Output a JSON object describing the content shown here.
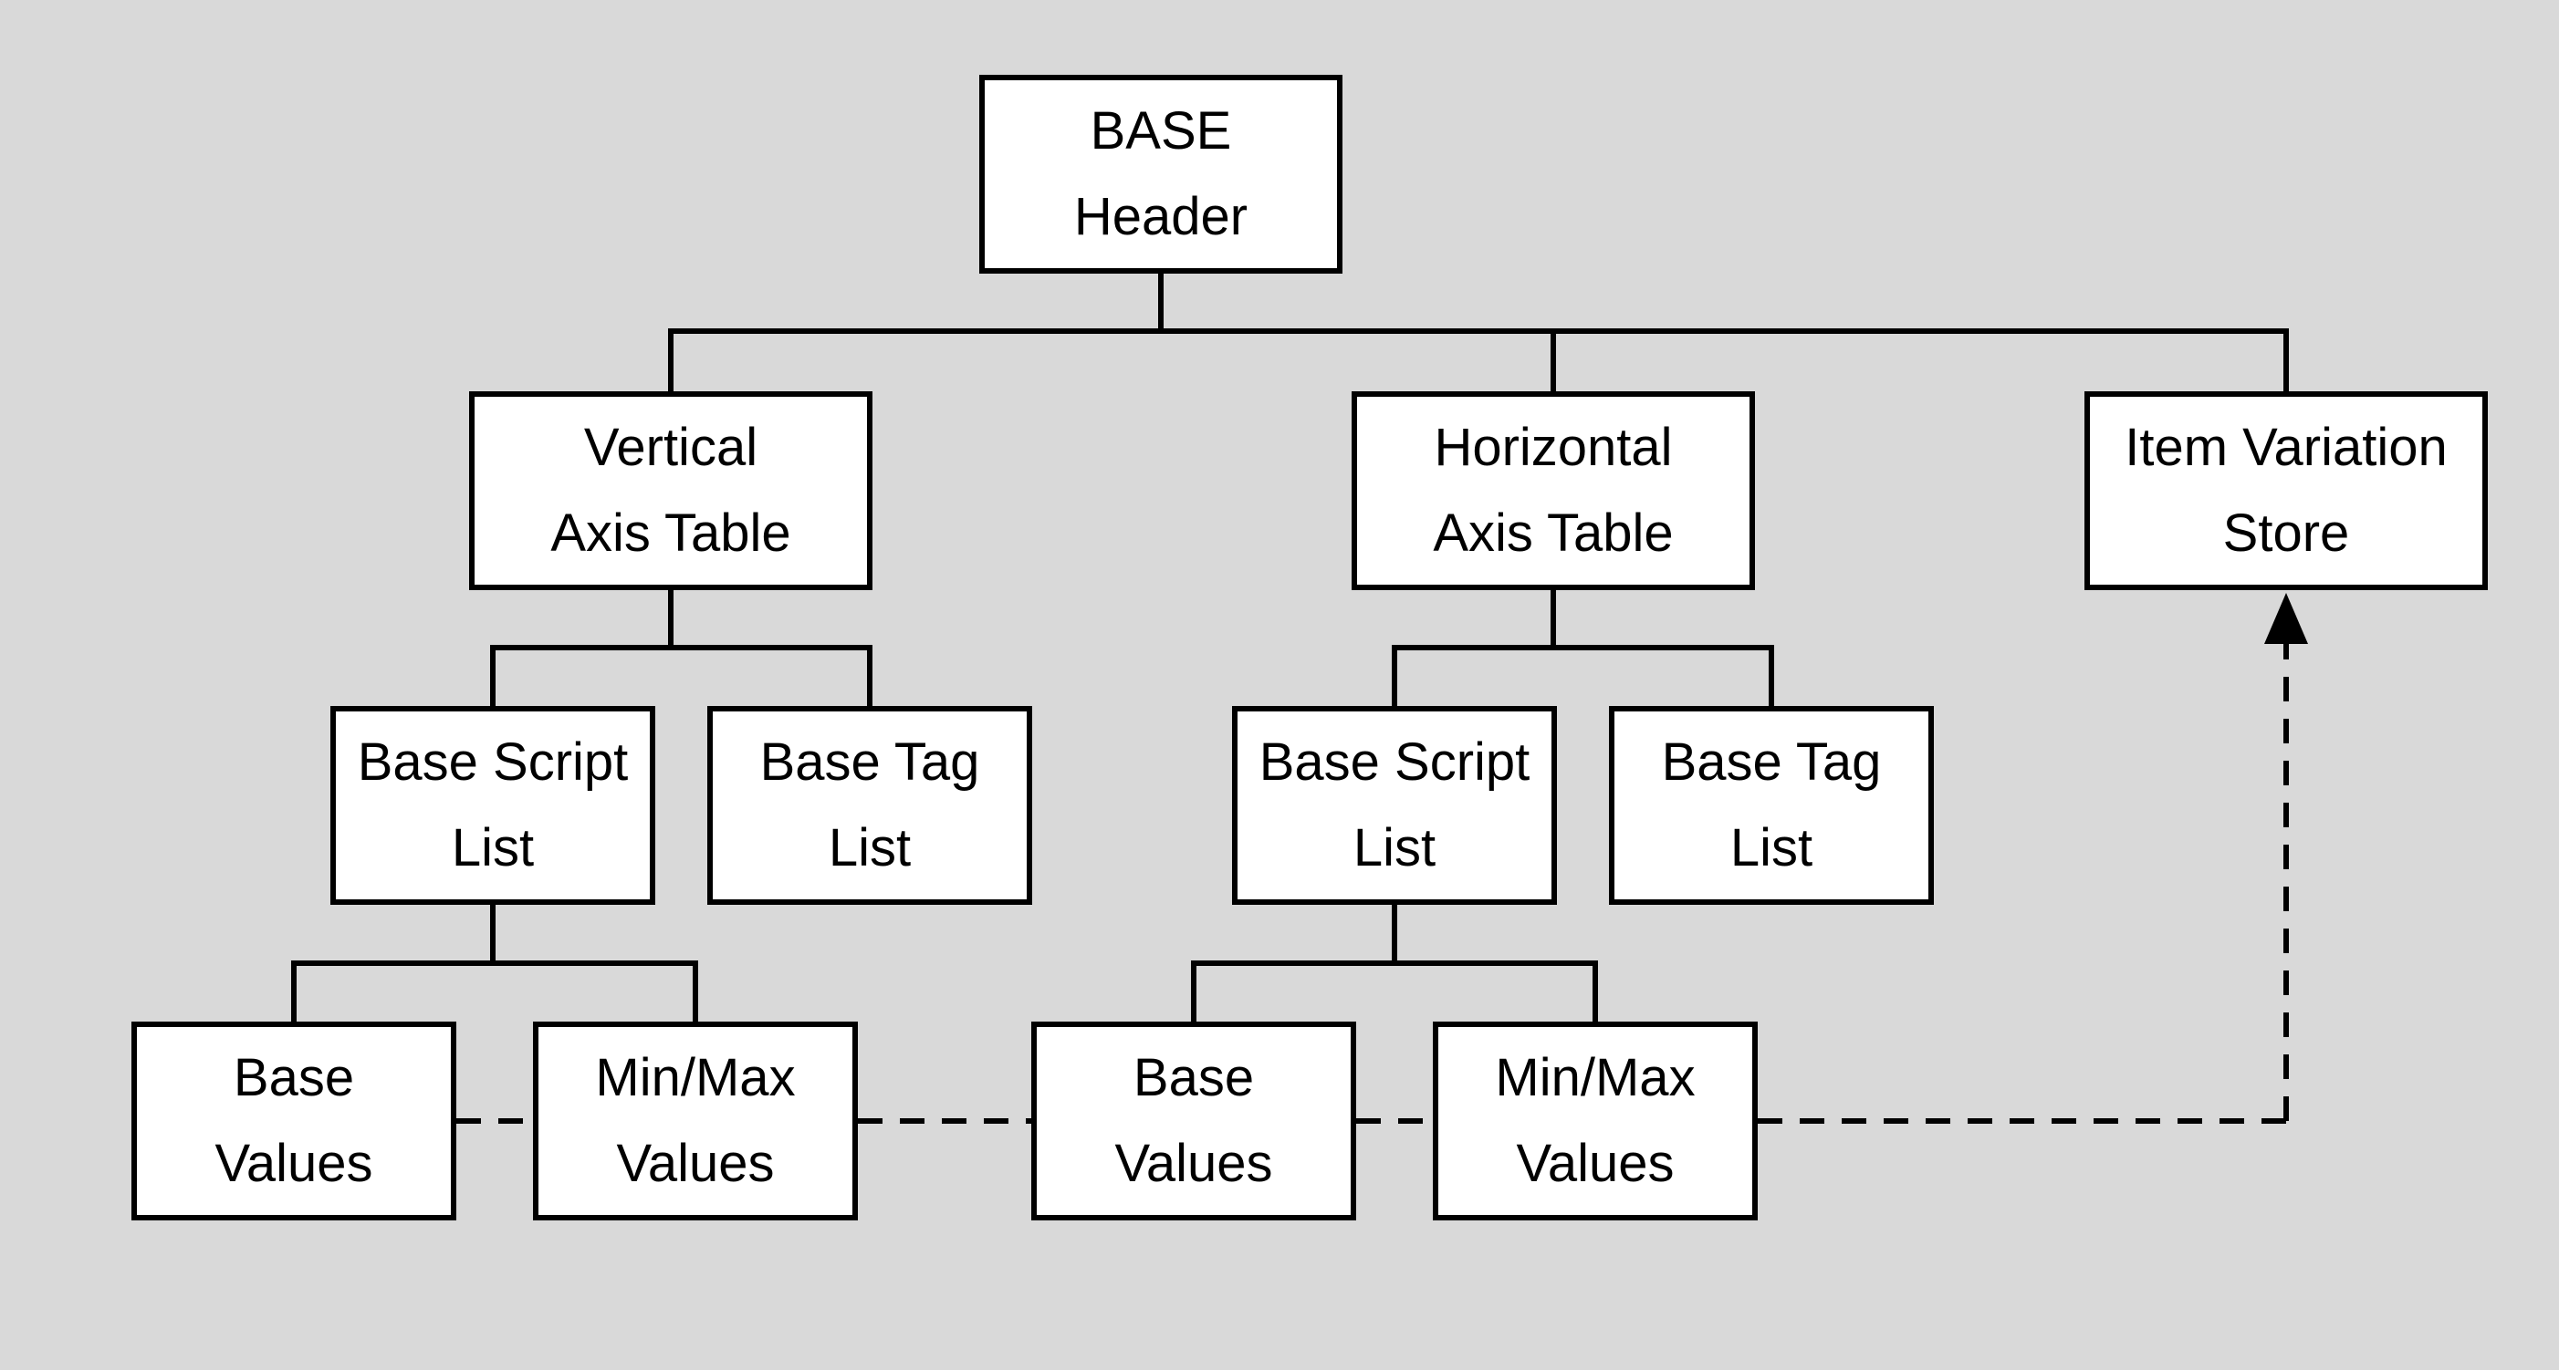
{
  "colors": {
    "background": "#d9d9d9",
    "box_fill": "#ffffff",
    "line": "#000000",
    "text": "#000000"
  },
  "nodes": {
    "base_header": {
      "line1": "BASE",
      "line2": "Header"
    },
    "vertical_axis_table": {
      "line1": "Vertical",
      "line2": "Axis Table"
    },
    "horizontal_axis_table": {
      "line1": "Horizontal",
      "line2": "Axis Table"
    },
    "item_variation_store": {
      "line1": "Item Variation",
      "line2": "Store"
    },
    "v_base_script_list": {
      "line1": "Base Script",
      "line2": "List"
    },
    "v_base_tag_list": {
      "line1": "Base Tag",
      "line2": "List"
    },
    "h_base_script_list": {
      "line1": "Base Script",
      "line2": "List"
    },
    "h_base_tag_list": {
      "line1": "Base Tag",
      "line2": "List"
    },
    "v_base_values": {
      "line1": "Base",
      "line2": "Values"
    },
    "v_minmax_values": {
      "line1": "Min/Max",
      "line2": "Values"
    },
    "h_base_values": {
      "line1": "Base",
      "line2": "Values"
    },
    "h_minmax_values": {
      "line1": "Min/Max",
      "line2": "Values"
    }
  },
  "edges": [
    {
      "from": "base_header",
      "to": "vertical_axis_table",
      "style": "solid"
    },
    {
      "from": "base_header",
      "to": "horizontal_axis_table",
      "style": "solid"
    },
    {
      "from": "base_header",
      "to": "item_variation_store",
      "style": "solid"
    },
    {
      "from": "vertical_axis_table",
      "to": "v_base_script_list",
      "style": "solid"
    },
    {
      "from": "vertical_axis_table",
      "to": "v_base_tag_list",
      "style": "solid"
    },
    {
      "from": "horizontal_axis_table",
      "to": "h_base_script_list",
      "style": "solid"
    },
    {
      "from": "horizontal_axis_table",
      "to": "h_base_tag_list",
      "style": "solid"
    },
    {
      "from": "v_base_script_list",
      "to": "v_base_values",
      "style": "solid"
    },
    {
      "from": "v_base_script_list",
      "to": "v_minmax_values",
      "style": "solid"
    },
    {
      "from": "h_base_script_list",
      "to": "h_base_values",
      "style": "solid"
    },
    {
      "from": "h_base_script_list",
      "to": "h_minmax_values",
      "style": "solid"
    },
    {
      "from": "v_base_values",
      "to": "v_minmax_values",
      "style": "dashed"
    },
    {
      "from": "v_minmax_values",
      "to": "h_base_values",
      "style": "dashed"
    },
    {
      "from": "h_base_values",
      "to": "h_minmax_values",
      "style": "dashed"
    },
    {
      "from": "h_minmax_values",
      "to": "item_variation_store",
      "style": "dashed-arrow"
    }
  ]
}
